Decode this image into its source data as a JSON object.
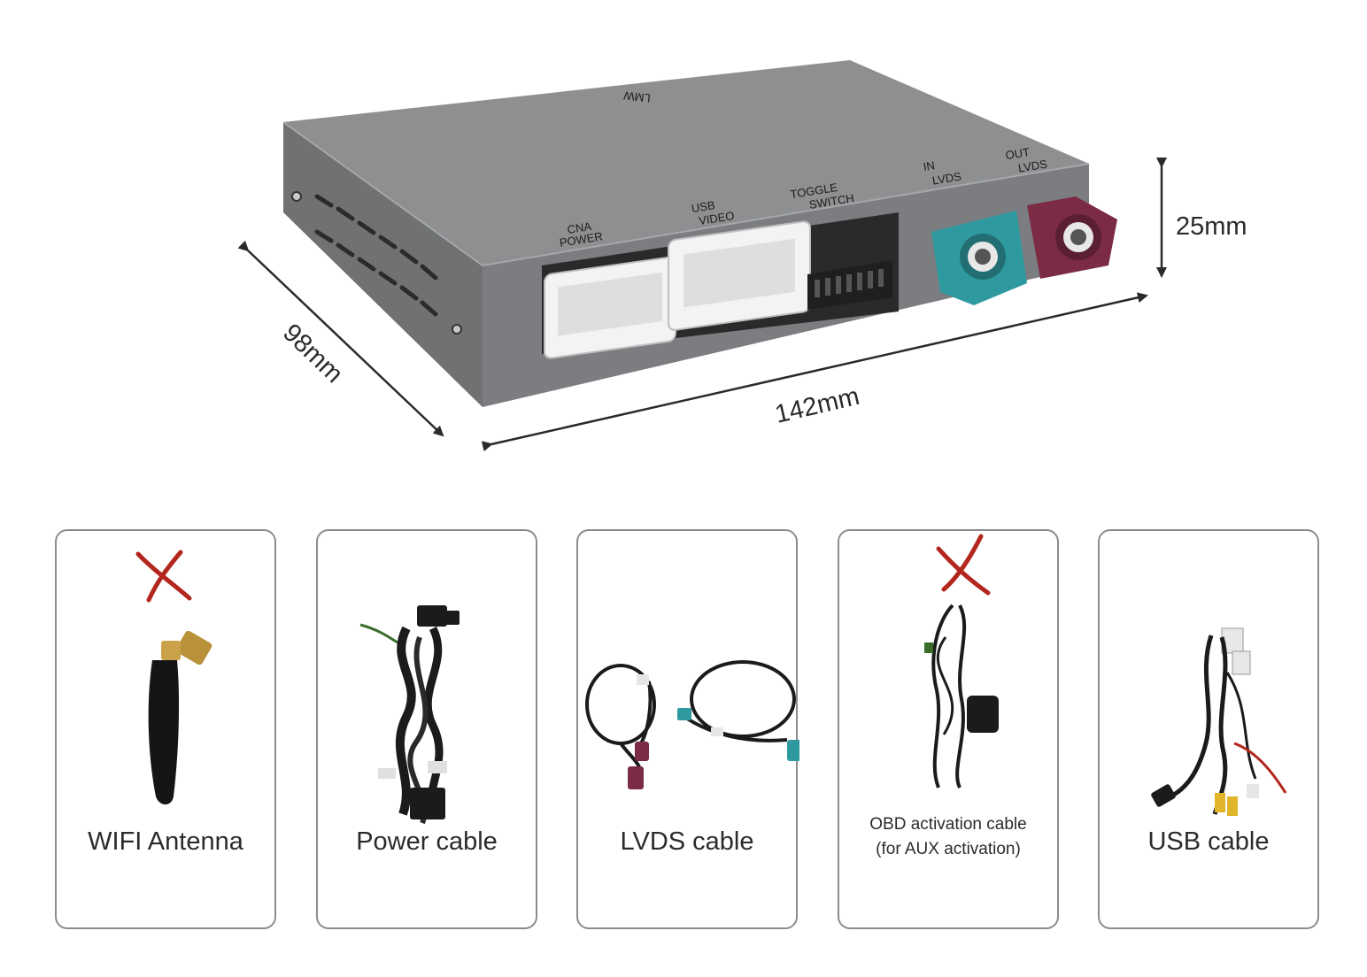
{
  "device": {
    "port_labels": {
      "top": "LMW",
      "cna_power": [
        "CNA",
        "POWER"
      ],
      "usb_video": [
        "USB",
        "VIDEO"
      ],
      "toggle_switch": [
        "TOGGLE",
        "SWITCH"
      ],
      "lvds_in": [
        "IN",
        "LVDS"
      ],
      "lvds_out": [
        "OUT",
        "LVDS"
      ]
    },
    "dimensions": {
      "depth": "98mm",
      "width": "142mm",
      "height": "25mm"
    },
    "colors": {
      "body": "#8a8c8e",
      "lvds_in": "#2e9aa0",
      "lvds_out": "#7c2b45",
      "arrow": "#2a2a2a"
    }
  },
  "accessories": [
    {
      "label": "WIFI Antenna",
      "icon": "wifi-antenna-icon",
      "excluded": true
    },
    {
      "label": "Power cable",
      "icon": "power-cable-icon",
      "excluded": false
    },
    {
      "label": "LVDS cable",
      "icon": "lvds-cable-icon",
      "excluded": false
    },
    {
      "label_lines": [
        "OBD activation cable",
        "(for AUX activation)"
      ],
      "icon": "obd-cable-icon",
      "excluded": true
    },
    {
      "label": "USB cable",
      "icon": "usb-cable-icon",
      "excluded": false
    }
  ],
  "exclusion_mark_color": "#b3261e"
}
